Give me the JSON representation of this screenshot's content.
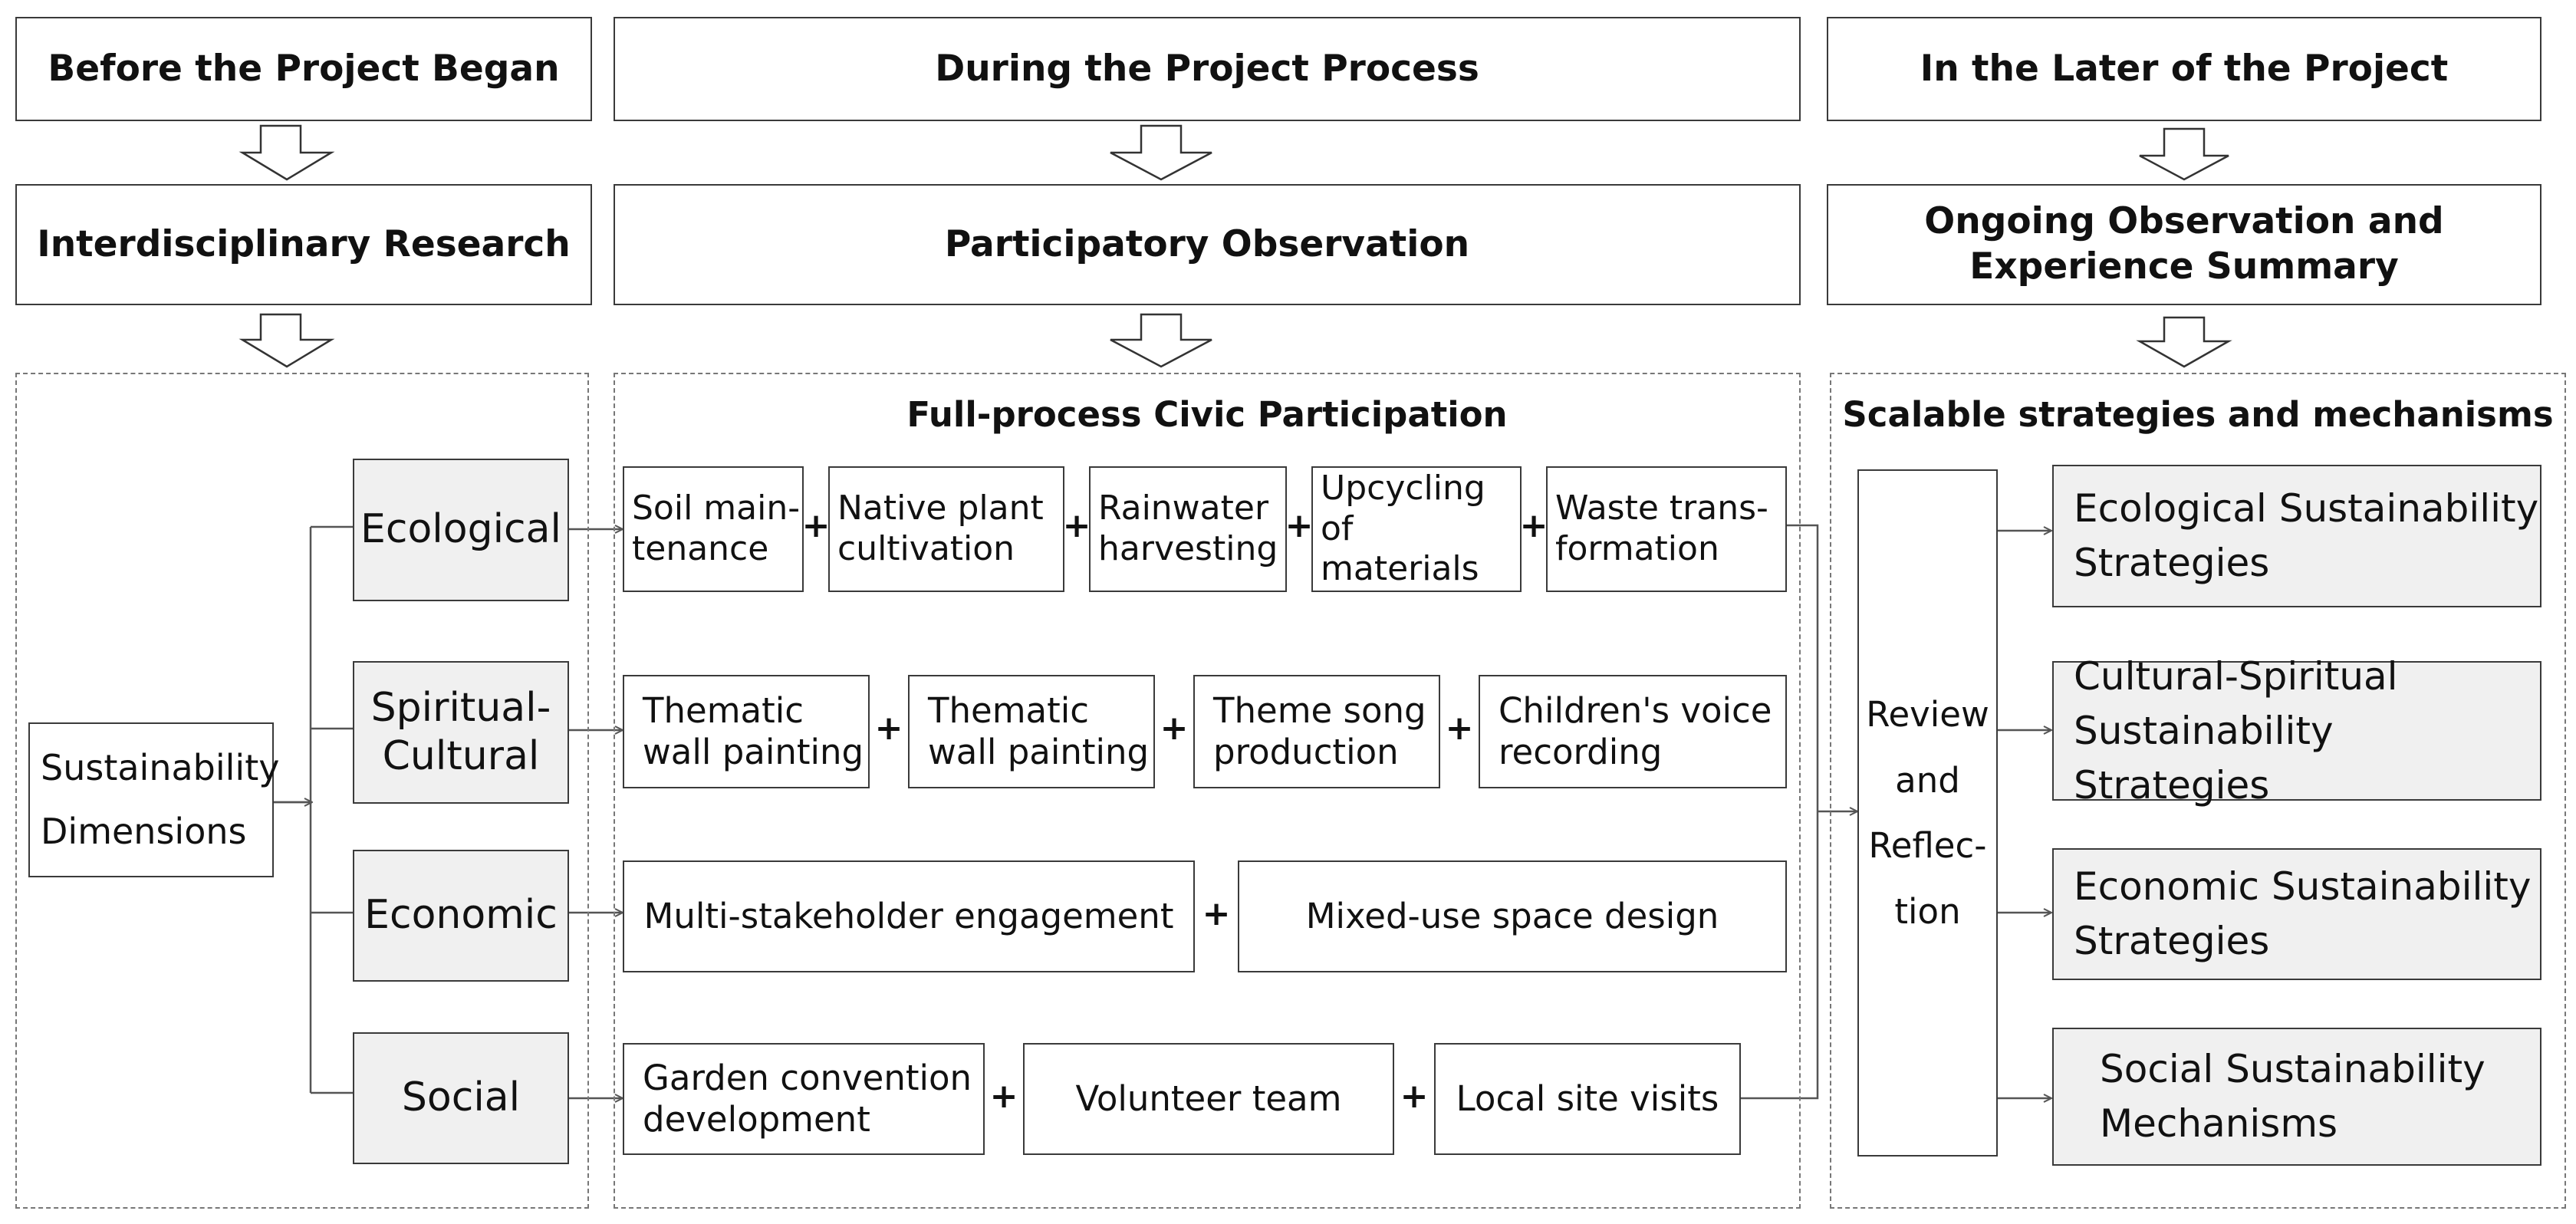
{
  "stages": {
    "before": "Before the Project Began",
    "during": "During the Project Process",
    "later": "In the Later of the Project"
  },
  "methods": {
    "research": "Interdisciplinary Research",
    "observation": "Participatory Observation",
    "ongoing": "Ongoing Observation and\nExperience Summary"
  },
  "dimensions": {
    "root": "Sustainability\nDimensions",
    "ecological": "Ecological",
    "spiritual_cultural": "Spiritual-\nCultural",
    "economic": "Economic",
    "social": "Social"
  },
  "participation": {
    "title": "Full-process Civic Participation",
    "ecological": [
      "Soil main-\ntenance",
      "Native plant\ncultivation",
      "Rainwater\nharvesting",
      "Upcycling\nof materials",
      "Waste trans-\nformation"
    ],
    "cultural": [
      "Thematic\nwall painting",
      "Thematic\nwall painting",
      "Theme song\nproduction",
      "Children's voice\nrecording"
    ],
    "economic": [
      "Multi-stakeholder engagement",
      "Mixed-use space design"
    ],
    "social": [
      "Garden convention\ndevelopment",
      "Volunteer team",
      "Local site visits"
    ],
    "plus": "+"
  },
  "outcomes": {
    "title": "Scalable strategies and mechanisms",
    "review": [
      "Review",
      "and",
      "Reflec-",
      "tion"
    ],
    "strategies": [
      "Ecological Sustainability\nStrategies",
      "Cultural-Spiritual\nSustainability Strategies",
      "Economic Sustainability\nStrategies",
      "Social Sustainability\nMechanisms"
    ]
  },
  "colors": {
    "border": "#3a3a3a",
    "dashed_border": "#777777",
    "shaded_fill": "#f0f0f0",
    "connector": "#555555"
  }
}
